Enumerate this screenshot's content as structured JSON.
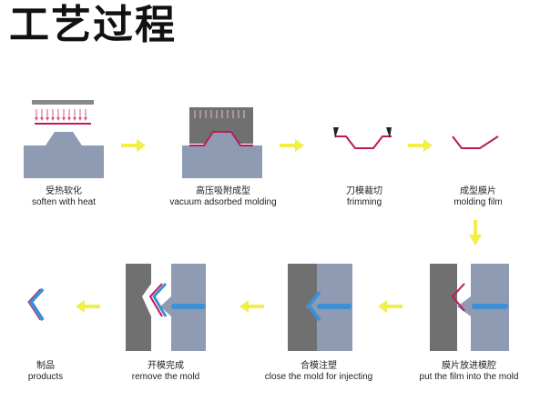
{
  "title": "工艺过程",
  "steps": [
    {
      "zh": "受热软化",
      "en": "soften with heat"
    },
    {
      "zh": "高压吸附成型",
      "en": "vacuum adsorbed molding"
    },
    {
      "zh": "刀模裁切",
      "en": "frimming"
    },
    {
      "zh": "成型膜片",
      "en": "molding film"
    },
    {
      "zh": "膜片放进模腔",
      "en": "put the film into the mold"
    },
    {
      "zh": "合模注塑",
      "en": "close the mold for injecting"
    },
    {
      "zh": "开模完成",
      "en": "remove the mold"
    },
    {
      "zh": "制品",
      "en": "products"
    }
  ],
  "colors": {
    "film": "#c2185b",
    "mold_gray": "#8e9bb3",
    "dark_mold": "#707070",
    "plastic": "#3d8fd6",
    "arrow": "#f2ee4a",
    "heater": "#888888",
    "heat_arrows": "#d05a7a"
  }
}
